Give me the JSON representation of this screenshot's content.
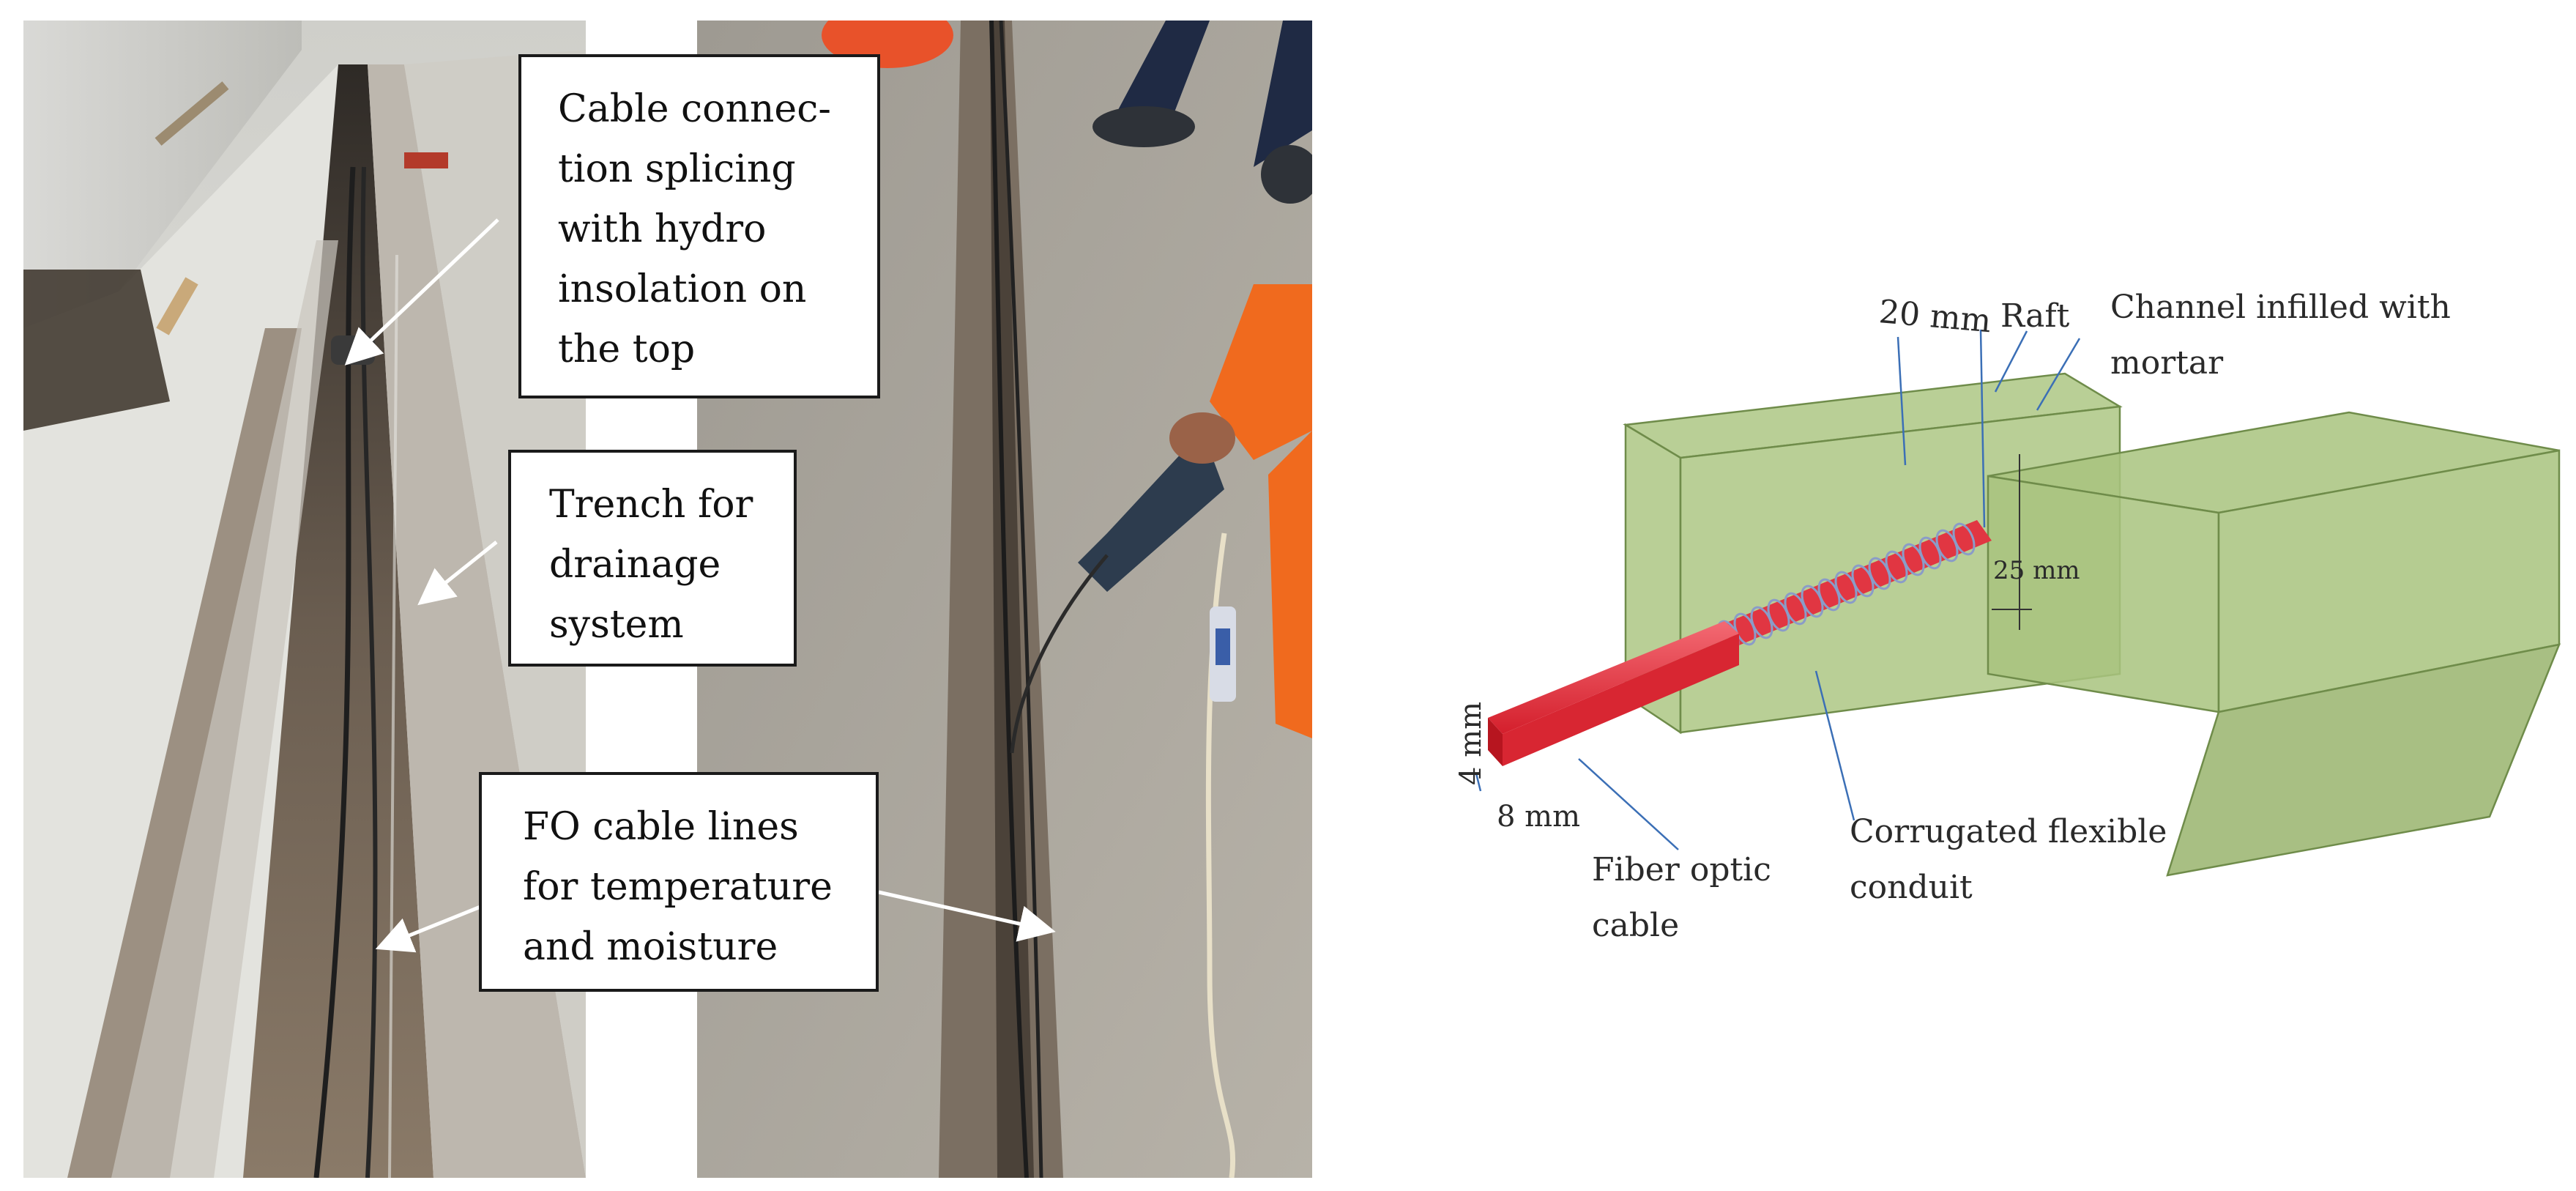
{
  "figure": {
    "photo_left": {
      "callouts": [
        {
          "lines": [
            "Cable connec-",
            "tion splicing",
            "with hydro",
            "insolation on",
            "the top"
          ]
        },
        {
          "lines": [
            "Trench for",
            "drainage",
            "system"
          ]
        },
        {
          "lines": [
            "FO cable lines",
            "for temperature",
            "and moisture"
          ]
        }
      ]
    },
    "diagram": {
      "labels": {
        "width_20mm": "20 mm",
        "raft": "Raft",
        "channel_line1": "Channel infilled with",
        "channel_line2": "mortar",
        "depth_25mm": "25 mm",
        "height_4mm": "4 mm",
        "width_8mm": "8 mm",
        "fiber_line1": "Fiber optic",
        "fiber_line2": "cable",
        "conduit_line1": "Corrugated flexible",
        "conduit_line2": "conduit"
      },
      "colors": {
        "block_fill": "#a9c47f",
        "block_edge": "#6f8c4a",
        "cable": "#e8323e",
        "conduit_coil": "#8a9cc8",
        "leader": "#3b6fb6"
      }
    }
  }
}
